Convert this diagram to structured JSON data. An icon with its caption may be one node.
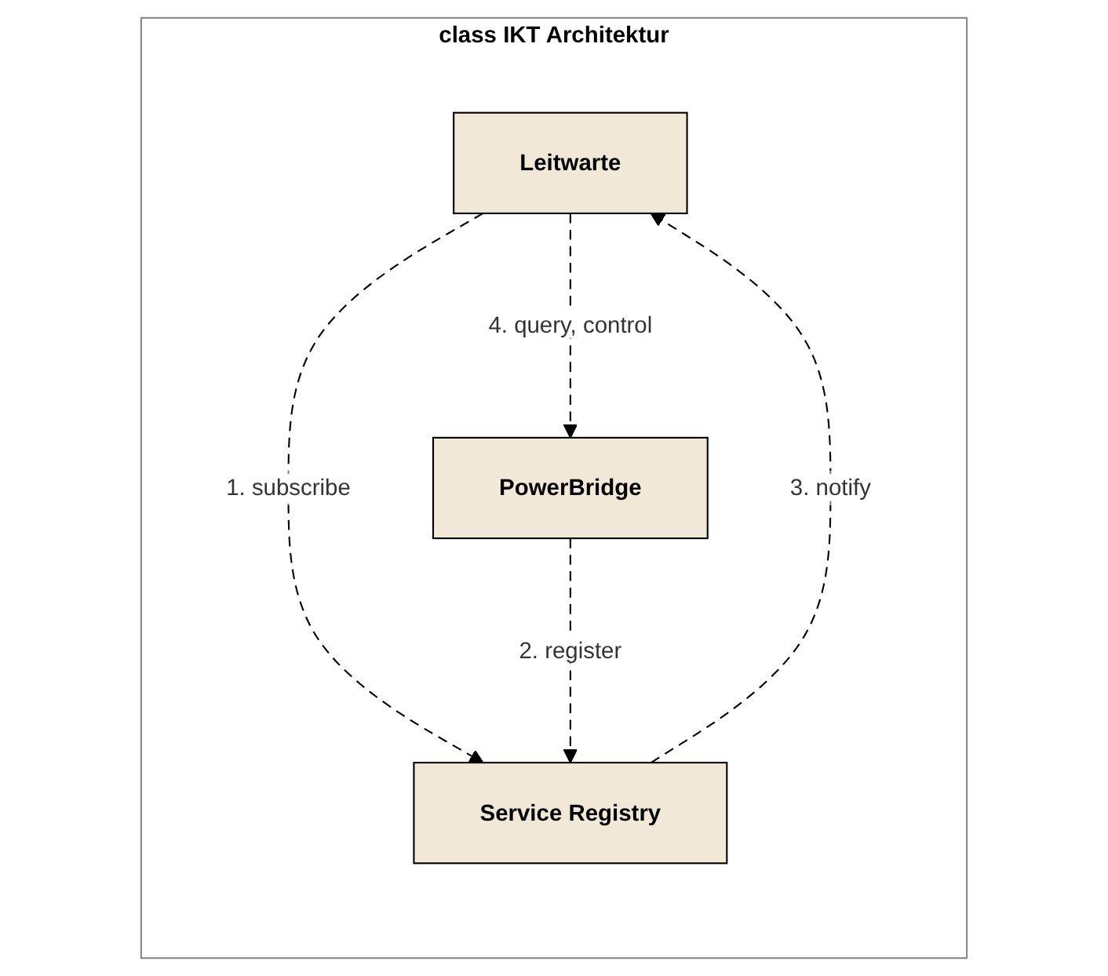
{
  "diagram": {
    "nodes": [
      {
        "text": [
          "class IKT Architektur"
        ]
      },
      {
        "text": [
          "Leitwarte"
        ],
        "in": 0
      },
      {
        "text": [
          "Service Registry"
        ],
        "in": 0
      },
      {
        "text": [
          "PowerBridge"
        ],
        "in": 0
      }
    ],
    "edges": [
      {
        "from": 1,
        "to": 2,
        "arrow": "to",
        "label": "1. subscribe",
        "style": "dashed"
      },
      {
        "from": 2,
        "to": 1,
        "arrow": "to",
        "label": "3. notify",
        "style": "dashed"
      },
      {
        "from": 1,
        "to": 3,
        "arrow": "to",
        "label": "4. query, control",
        "style": "dashed"
      },
      {
        "from": 3,
        "to": 2,
        "arrow": "to",
        "label": "2. register",
        "style": "dashed"
      }
    ]
  }
}
